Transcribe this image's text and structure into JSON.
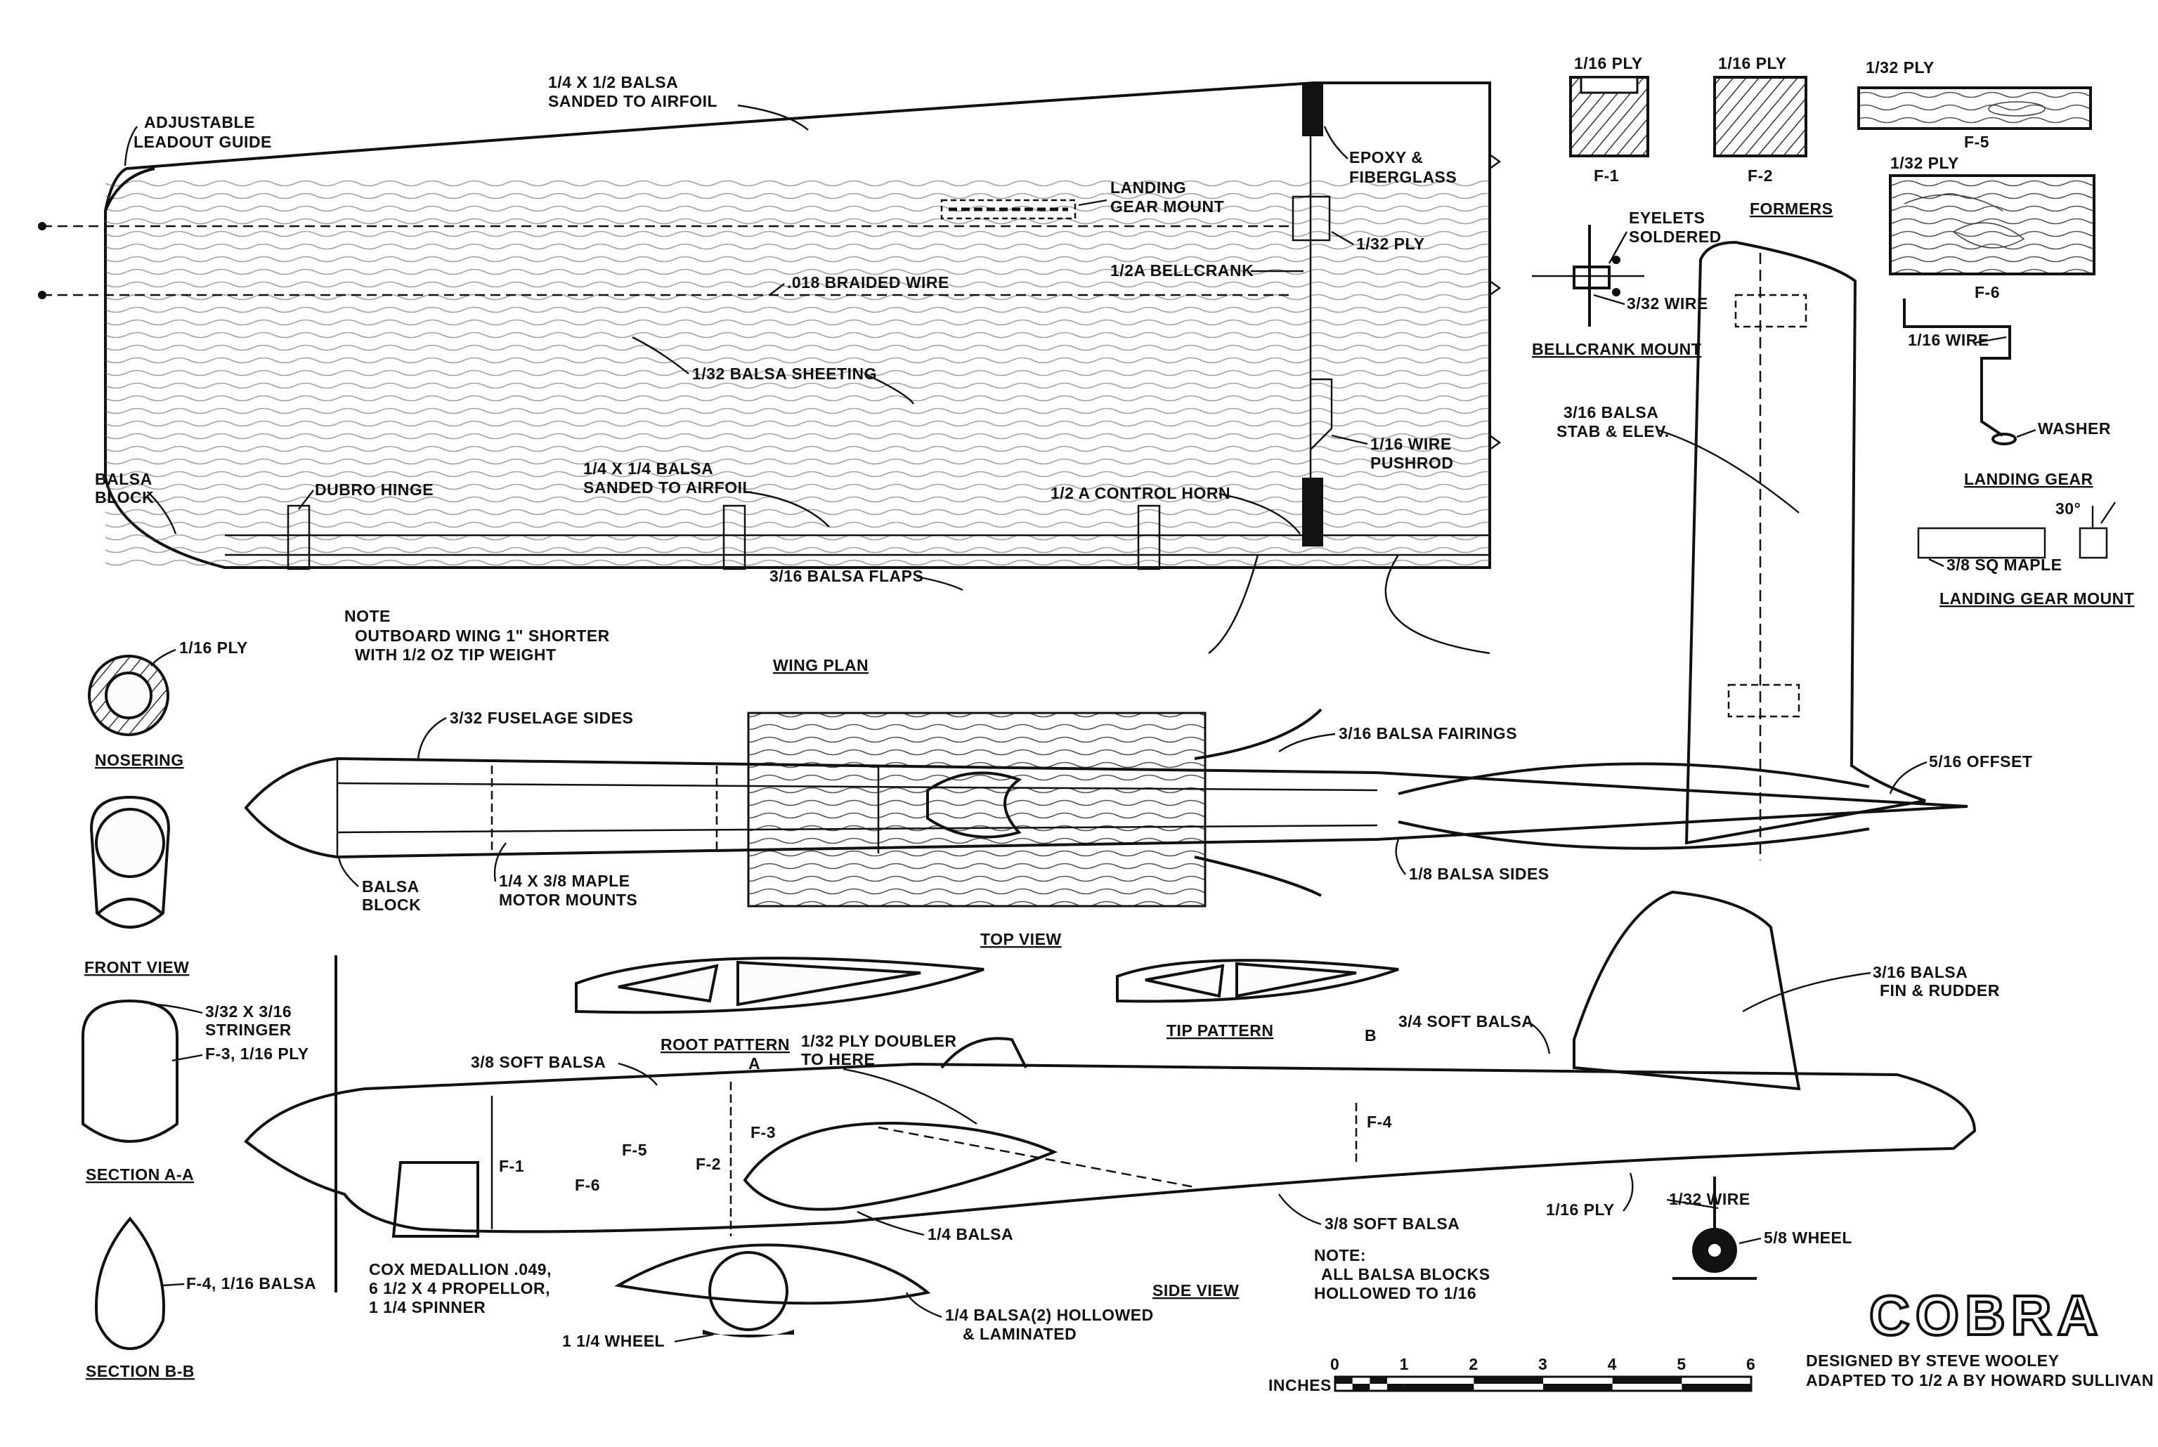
{
  "title": "COBRA",
  "credits": {
    "designer": "DESIGNED BY STEVE WOOLEY",
    "adapter": "ADAPTED TO 1/2 A BY HOWARD SULLIVAN"
  },
  "views": {
    "wing_plan": "WING PLAN",
    "top_view": "TOP VIEW",
    "side_view": "SIDE VIEW",
    "front_view": "FRONT VIEW",
    "nosering": "NOSERING",
    "section_a": "SECTION A-A",
    "section_b": "SECTION B-B",
    "formers": "FORMERS",
    "bellcrank_mount": "BELLCRANK MOUNT",
    "landing_gear": "LANDING GEAR",
    "landing_gear_mount": "LANDING GEAR MOUNT",
    "root_pattern": "ROOT PATTERN",
    "tip_pattern": "TIP PATTERN"
  },
  "labels": {
    "wing_le_1": "1/4 X 1/2 BALSA",
    "wing_le_2": "SANDED TO AIRFOIL",
    "leadout_1": "ADJUSTABLE",
    "leadout_2": "LEADOUT GUIDE",
    "epoxy_1": "EPOXY &",
    "epoxy_2": "FIBERGLASS",
    "lgm_1": "LANDING",
    "lgm_2": "GEAR MOUNT",
    "ply_132": "1/32 PLY",
    "bellcrank": "1/2A BELLCRANK",
    "braided": ".018 BRAIDED WIRE",
    "sheeting": "1/32 BALSA SHEETING",
    "pushrod_1": "1/16 WIRE",
    "pushrod_2": "PUSHROD",
    "balsa_block_1": "BALSA",
    "balsa_block_2": "BLOCK",
    "dubro": "DUBRO HINGE",
    "te_1": "1/4 X 1/4 BALSA",
    "te_2": "SANDED TO AIRFOIL",
    "control_horn": "1/2 A CONTROL HORN",
    "flaps": "3/16 BALSA FLAPS",
    "note_1": "NOTE",
    "note_2": "OUTBOARD WING 1\" SHORTER",
    "note_3": "WITH 1/2 OZ TIP WEIGHT",
    "f1_ply": "1/16 PLY",
    "f2_ply": "1/16 PLY",
    "f5_ply": "1/32 PLY",
    "f6_ply": "1/32 PLY",
    "f1": "F-1",
    "f2": "F-2",
    "f5": "F-5",
    "f6": "F-6",
    "eyelets_1": "EYELETS",
    "eyelets_2": "SOLDERED",
    "wire_332": "3/32 WIRE",
    "stab_1": "3/16 BALSA",
    "stab_2": "STAB & ELEV.",
    "wire_116": "1/16 WIRE",
    "washer": "WASHER",
    "angle": "30°",
    "maple_sq": "3/8 SQ MAPLE",
    "nosering_ply": "1/16 PLY",
    "fus_sides": "3/32 FUSELAGE SIDES",
    "fairings": "3/16 BALSA FAIRINGS",
    "offset": "5/16 OFFSET",
    "balsa_sides": "1/8 BALSA SIDES",
    "motor_mounts_1": "1/4 X 3/8 MAPLE",
    "motor_mounts_2": "MOTOR MOUNTS",
    "stringer_1": "3/32 X 3/16",
    "stringer_2": "STRINGER",
    "f3_ply": "F-3, 1/16 PLY",
    "fin_1": "3/16 BALSA",
    "fin_2": "FIN & RUDDER",
    "soft_38": "3/8 SOFT BALSA",
    "doubler_1": "1/32 PLY DOUBLER",
    "doubler_2": "TO HERE",
    "soft_34": "3/4 SOFT BALSA",
    "sec_a": "A",
    "sec_b": "B",
    "f3": "F-3",
    "f4": "F-4",
    "balsa_14": "1/4 BALSA",
    "soft_38_b": "3/8 SOFT BALSA",
    "ply_116": "1/16 PLY",
    "wire_132": "1/32 WIRE",
    "wheel_58": "5/8 WHEEL",
    "f4_balsa": "F-4, 1/16 BALSA",
    "engine_1": "COX MEDALLION .049,",
    "engine_2": "6 1/2 X 4 PROPELLOR,",
    "engine_3": "1 1/4 SPINNER",
    "wheel_114": "1 1/4 WHEEL",
    "laminated_1": "1/4 BALSA(2) HOLLOWED",
    "laminated_2": "& LAMINATED",
    "note2_1": "NOTE:",
    "note2_2": "ALL BALSA BLOCKS",
    "note2_3": "HOLLOWED TO 1/16"
  },
  "scale": {
    "unit": "INCHES",
    "ticks": [
      "0",
      "1",
      "2",
      "3",
      "4",
      "5",
      "6"
    ]
  }
}
